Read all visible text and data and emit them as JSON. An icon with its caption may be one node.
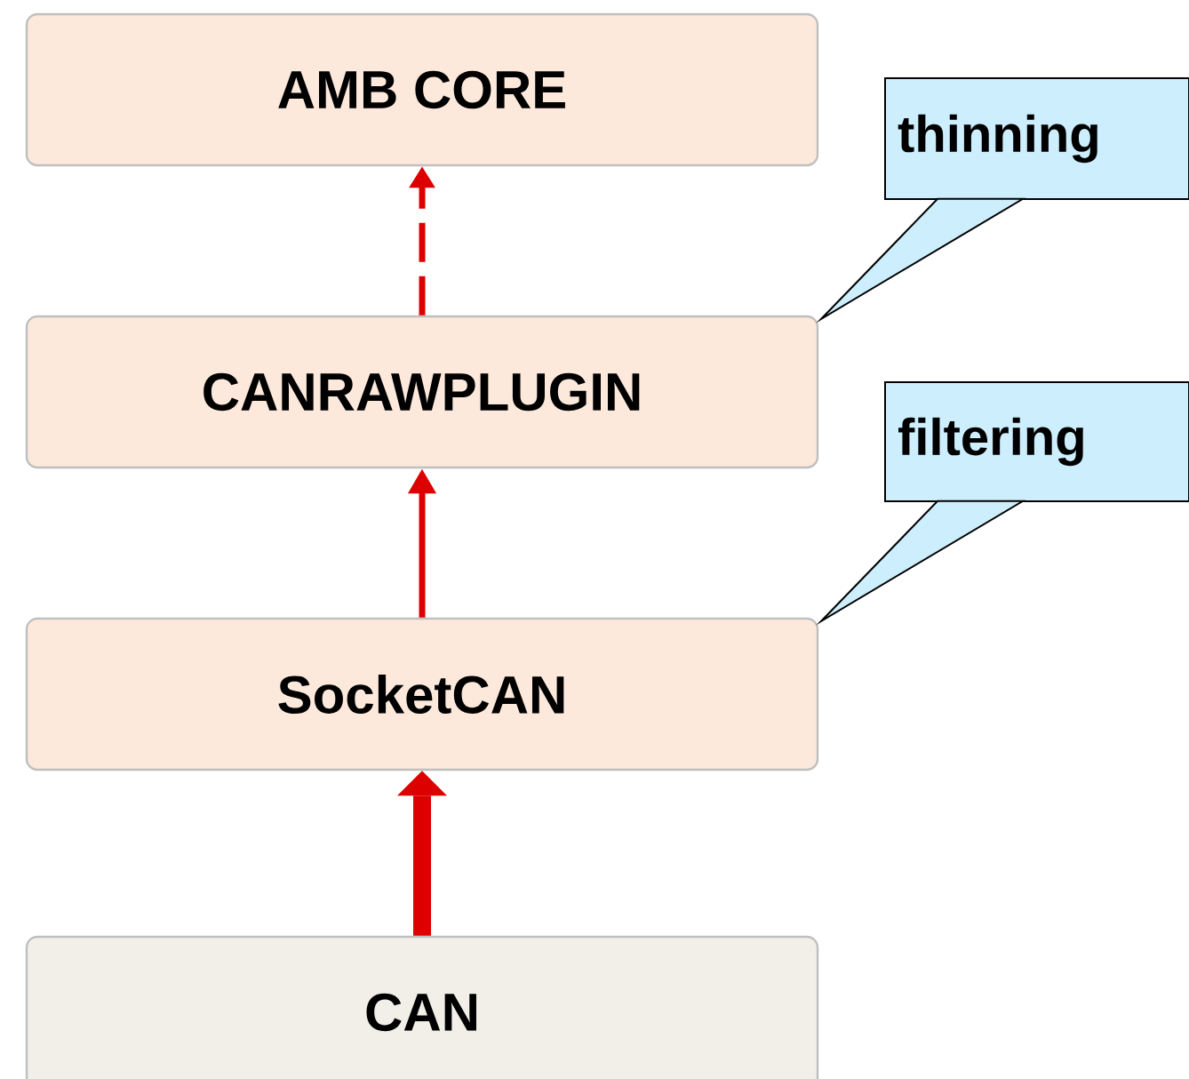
{
  "diagram": {
    "nodes": [
      {
        "text": [
          "AMB CORE"
        ]
      },
      {
        "text": [
          "CANRAWPLUGIN"
        ]
      },
      {
        "text": [
          "SocketCAN"
        ]
      },
      {
        "text": [
          "CAN"
        ]
      },
      {
        "text": [
          "thinning"
        ]
      },
      {
        "text": [
          "filtering"
        ]
      }
    ],
    "edges": [
      {
        "from": 1,
        "to": 0,
        "arrow": "to",
        "style": "dashed"
      },
      {
        "from": 2,
        "to": 1,
        "arrow": "to"
      },
      {
        "from": 3,
        "to": 2,
        "arrow": "to",
        "style": "thick"
      },
      {
        "from": 4,
        "to": 1,
        "arrow": "none"
      },
      {
        "from": 5,
        "to": 2,
        "arrow": "none"
      }
    ]
  }
}
